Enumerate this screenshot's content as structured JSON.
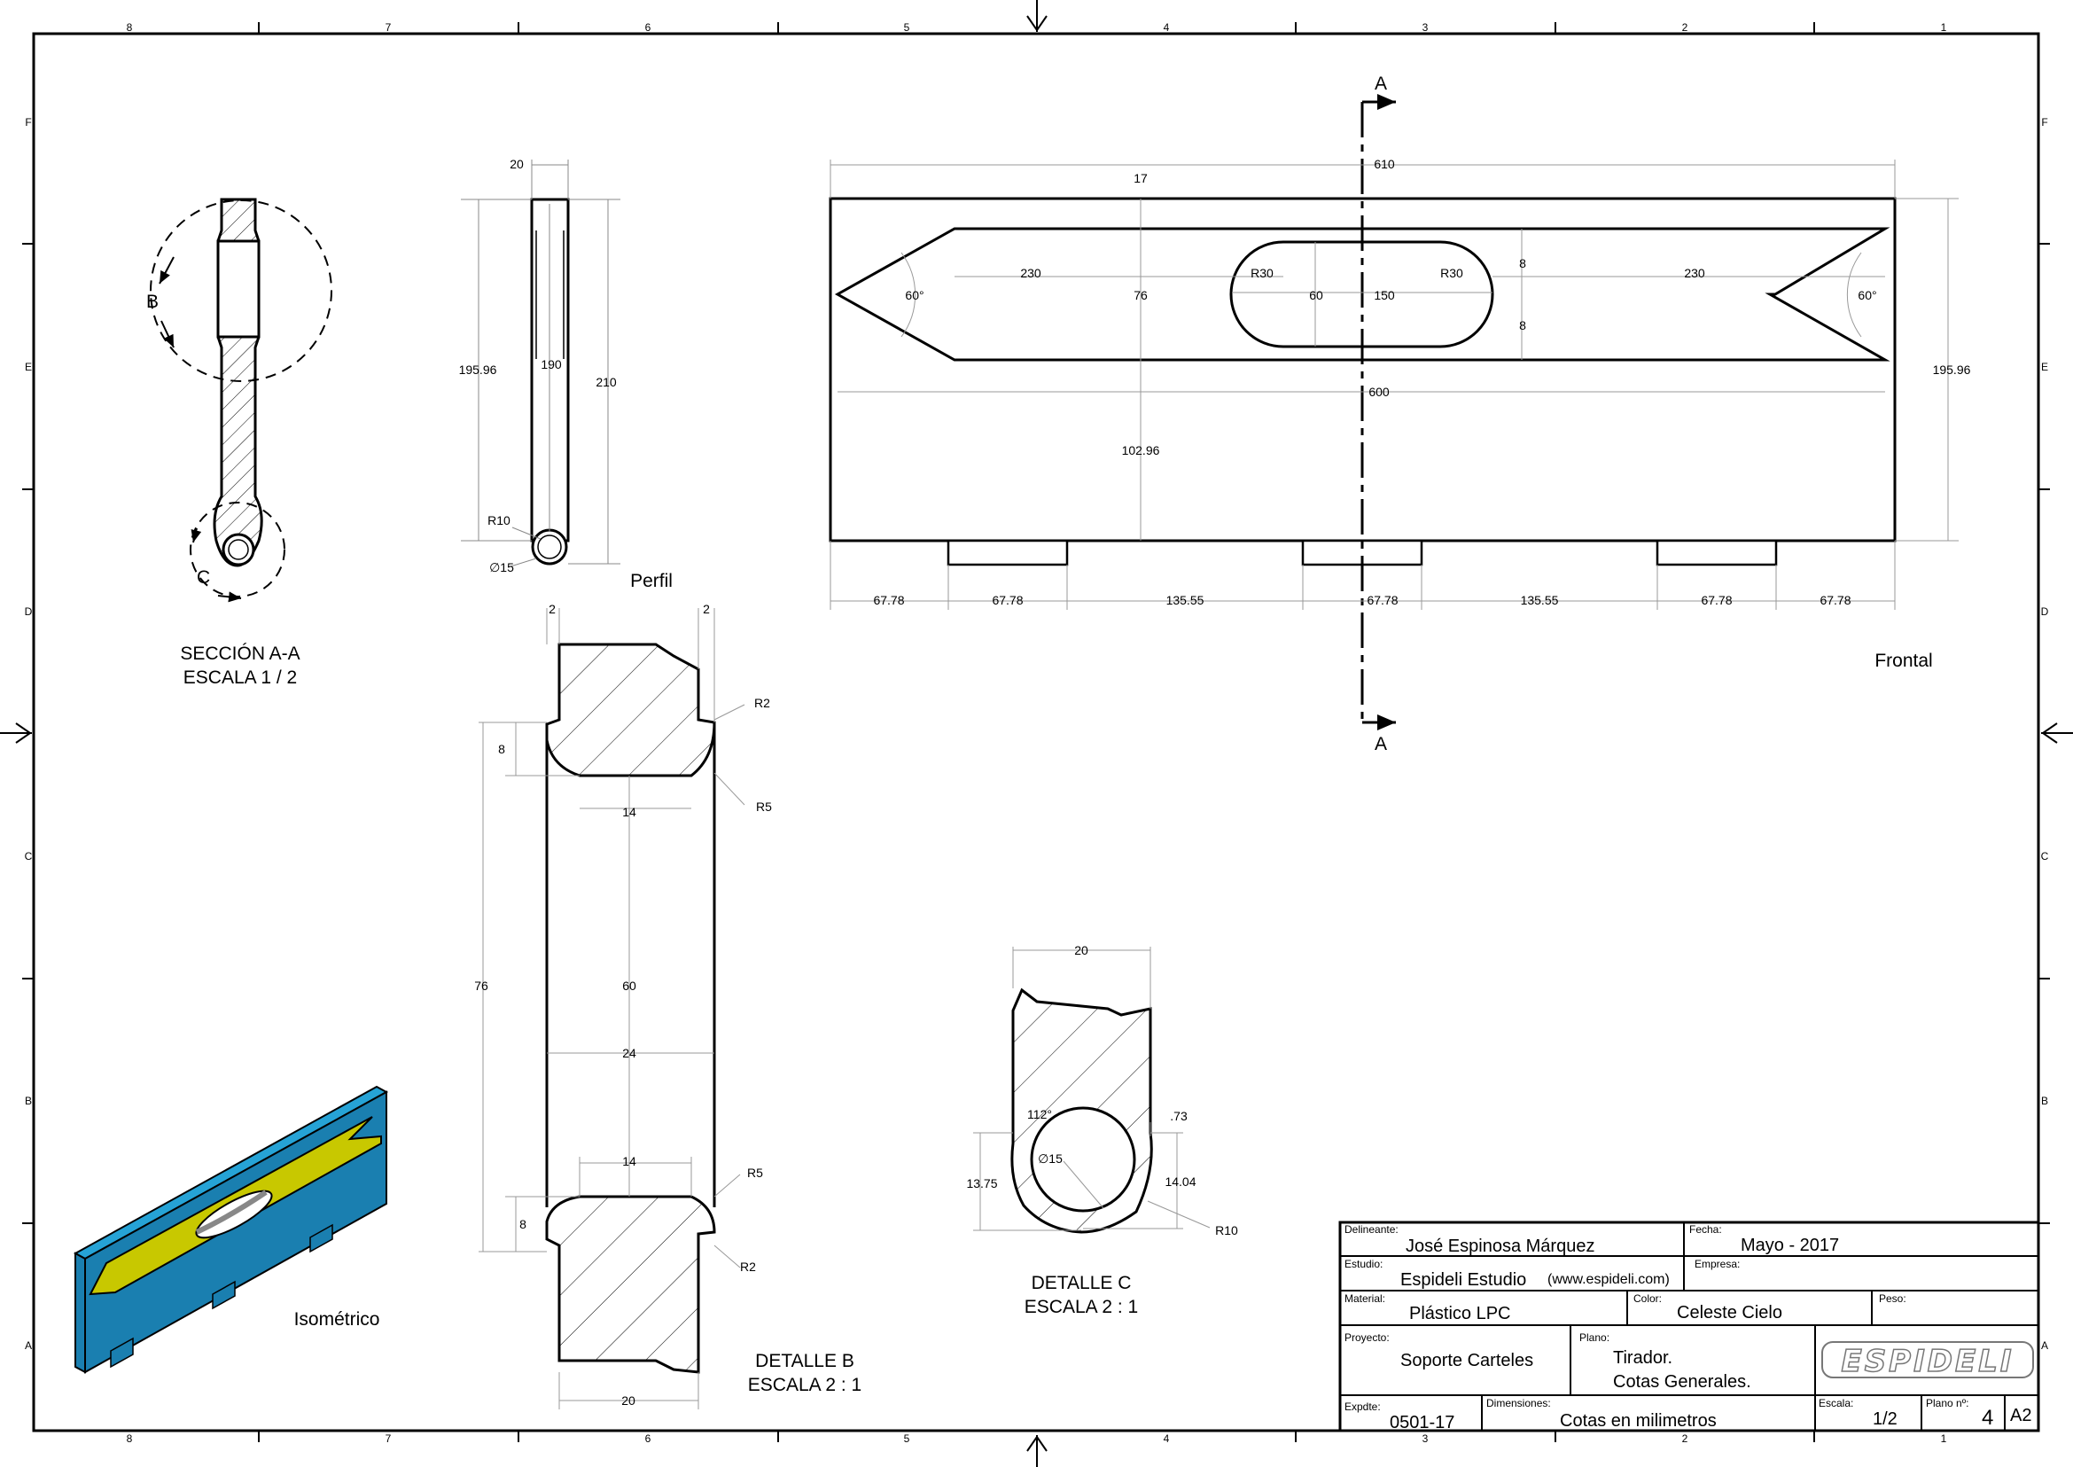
{
  "border_zones": {
    "columns": [
      "8",
      "7",
      "6",
      "5",
      "4",
      "3",
      "2",
      "1"
    ],
    "rows": [
      "F",
      "E",
      "D",
      "C",
      "B",
      "A"
    ]
  },
  "views": {
    "section": {
      "title": "SECCIÓN A-A",
      "scale": "ESCALA 1 / 2",
      "detail_b": "B",
      "detail_c": "C"
    },
    "profile": {
      "title": "Perfil",
      "d_width": "20",
      "d_inner": "190",
      "d_outer": "210",
      "d_height": "195.96",
      "d_radius": "R10",
      "d_diameter": "∅15"
    },
    "front": {
      "title": "Frontal",
      "section_mark": "A",
      "d_total": "610",
      "d_top": "17",
      "d_left": "230",
      "d_right": "230",
      "d_center": "76",
      "d_slot_h": "60",
      "d_slot_w": "150",
      "d_r_left": "R30",
      "d_r_right": "R30",
      "d_gap_top": "8",
      "d_gap_bottom": "8",
      "d_angle_left": "60°",
      "d_angle_right": "60°",
      "d_inner": "600",
      "d_lower": "102.96",
      "d_height": "195.96",
      "bottom_dims": [
        "67.78",
        "67.78",
        "135.55",
        "67.78",
        "135.55",
        "67.78",
        "67.78"
      ]
    },
    "detail_b": {
      "title": "DETALLE  B",
      "scale": "ESCALA 2 : 1",
      "d_left_gap": "2",
      "d_right_gap": "2",
      "d_r2_top": "R2",
      "d_r5_top": "R5",
      "d_top_h": "8",
      "d_top_w": "14",
      "d_total_h": "76",
      "d_mid_h": "60",
      "d_mid_w": "24",
      "d_bottom_w": "14",
      "d_r5_bottom": "R5",
      "d_bottom_h": "8",
      "d_r2_bottom": "R2",
      "d_width": "20"
    },
    "detail_c": {
      "title": "DETALLE  C",
      "scale": "ESCALA 2 : 1",
      "d_width": "20",
      "d_angle": "112°",
      "d_offset": ".73",
      "d_diameter": "∅15",
      "d_left_h": "13.75",
      "d_right_h": "14.04",
      "d_radius": "R10"
    },
    "iso": {
      "title": "Isométrico",
      "body_color": "#1a7fb0",
      "top_color": "#26a3d6",
      "accent_color": "#c8c800"
    }
  },
  "title_block": {
    "delineante_label": "Delineante:",
    "delineante": "José Espinosa Márquez",
    "fecha_label": "Fecha:",
    "fecha": "Mayo - 2017",
    "estudio_label": "Estudio:",
    "estudio": "Espideli Estudio",
    "web": "(www.espideli.com)",
    "empresa_label": "Empresa:",
    "material_label": "Material:",
    "material": "Plástico LPC",
    "color_label": "Color:",
    "color": "Celeste Cielo",
    "peso_label": "Peso:",
    "proyecto_label": "Proyecto:",
    "proyecto": "Soporte Carteles",
    "plano_label": "Plano:",
    "plano_1": "Tirador.",
    "plano_2": "Cotas Generales.",
    "logo": "ESPIDELI",
    "expdte_label": "Expdte:",
    "expdte": "0501-17",
    "dimensiones_label": "Dimensiones:",
    "dimensiones": "Cotas en milimetros",
    "escala_label": "Escala:",
    "escala": "1/2",
    "plano_n_label": "Plano nº:",
    "plano_n": "4",
    "formato": "A2"
  }
}
